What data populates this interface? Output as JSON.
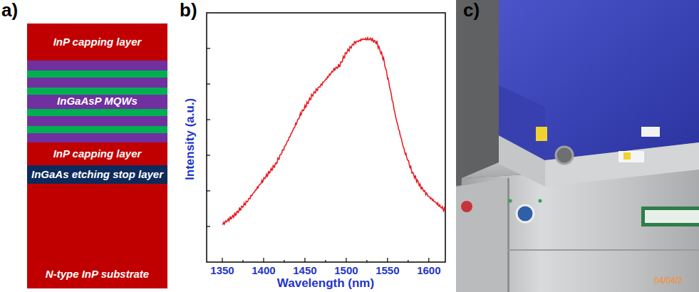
{
  "diagram": {
    "nodes": [
      {
        "text": [
          "InP capping layer"
        ]
      },
      {
        "text": [
          "InGaAsP MQWs"
        ]
      },
      {
        "text": [
          "InP capping layer"
        ]
      },
      {
        "text": [
          "InGaAs etching stop layer"
        ]
      },
      {
        "text": [
          "N-type InP substrate"
        ]
      }
    ],
    "labels": [
      "a)",
      "b)",
      "c)",
      "Intensity (a.u.)",
      "Wavelength (nm)",
      "1350",
      "1400",
      "1450",
      "1500",
      "1550",
      "1600",
      "04/04/2"
    ]
  }
}
